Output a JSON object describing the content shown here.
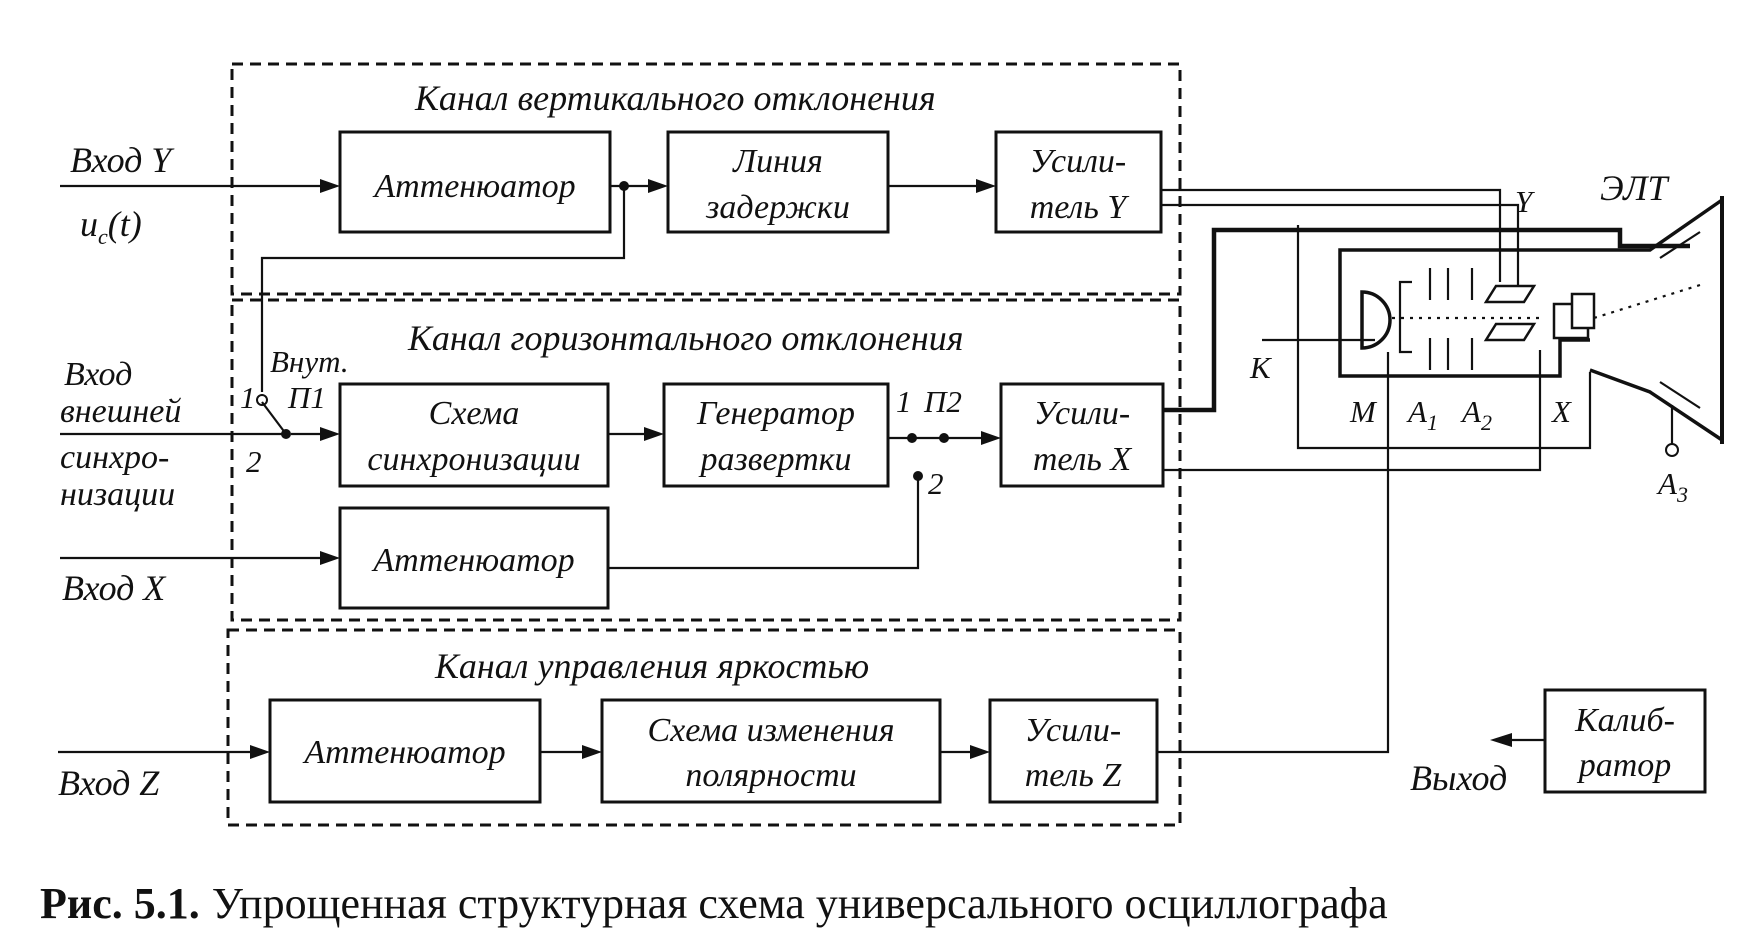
{
  "groups": {
    "vertical": "Канал вертикального отклонения",
    "horizontal": "Канал горизонтального отклонения",
    "brightness": "Канал управления яркостью"
  },
  "blocks": {
    "atten_y": "Аттенюатор",
    "delay_1": "Линия",
    "delay_2": "задержки",
    "amp_y_1": "Усили-",
    "amp_y_2": "тель Y",
    "sync_1": "Схема",
    "sync_2": "синхронизации",
    "gen_1": "Генератор",
    "gen_2": "развертки",
    "amp_x_1": "Усили-",
    "amp_x_2": "тель X",
    "atten_x": "Аттенюатор",
    "atten_z": "Аттенюатор",
    "pol_1": "Схема изменения",
    "pol_2": "полярности",
    "amp_z_1": "Усили-",
    "amp_z_2": "тель Z",
    "cal_1": "Калиб-",
    "cal_2": "ратор"
  },
  "inputs": {
    "y": "Вход Y",
    "signal": "u",
    "signal_sub": "c",
    "signal_arg": "(t)",
    "ext_1": "Вход",
    "ext_2": "внешней",
    "ext_3": "синхро-",
    "ext_4": "низации",
    "x": "Вход X",
    "z": "Вход Z"
  },
  "switches": {
    "p1": "П1",
    "p2": "П2",
    "internal": "Внут.",
    "pos1": "1",
    "pos2": "2"
  },
  "crt": {
    "title": "ЭЛТ",
    "y": "Y",
    "x": "X",
    "k": "К",
    "m": "М",
    "a": "А",
    "a1_sub": "1",
    "a2_sub": "2",
    "a3_sub": "3"
  },
  "output": "Выход",
  "caption": {
    "label": "Рис. 5.1.",
    "text": "Упрощенная структурная схема универсального осциллографа"
  }
}
